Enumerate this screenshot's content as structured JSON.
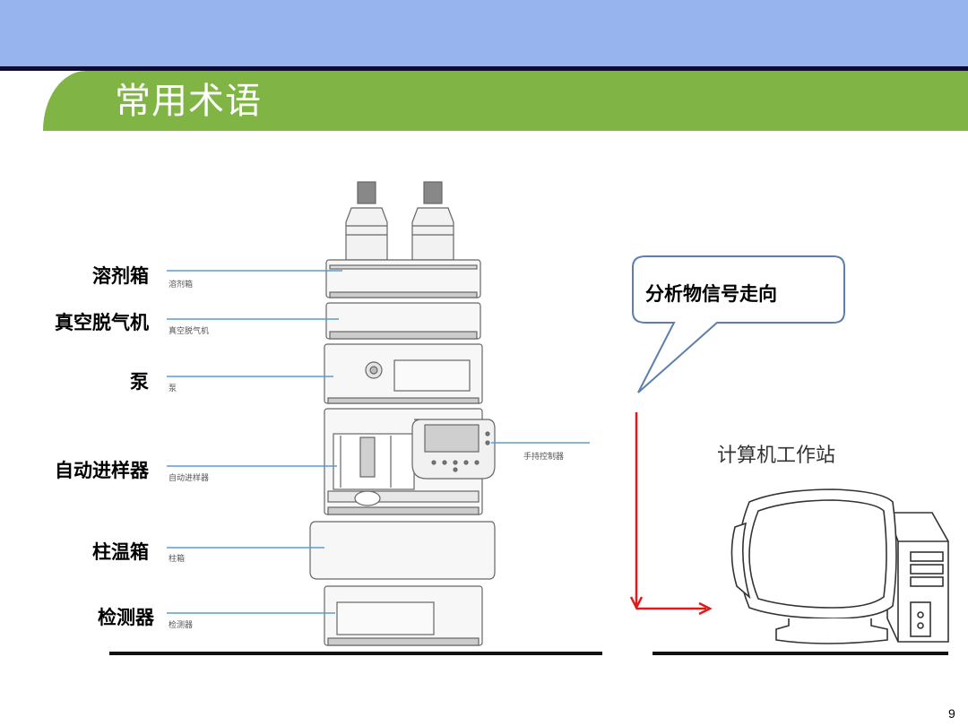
{
  "header": {
    "title": "常用术语"
  },
  "instrument_labels": [
    {
      "label": "溶剂箱",
      "small": "溶剂箱"
    },
    {
      "label": "真空脱气机",
      "small": "真空脱气机"
    },
    {
      "label": "泵",
      "small": "泵"
    },
    {
      "label": "自动进样器",
      "small": "自动进样器"
    },
    {
      "label": "柱温箱",
      "small": "柱箱"
    },
    {
      "label": "检测器",
      "small": "检测器"
    }
  ],
  "handheld_label": "手持控制器",
  "callout": {
    "text": "分析物信号走向"
  },
  "workstation": {
    "caption": "计算机工作站"
  },
  "page_number": "9",
  "colors": {
    "header_bar": "#98b4ef",
    "title_bar": "#80b545",
    "arrow": "#e0191a",
    "callout_border": "#5a7fb0",
    "leader_line": "#5b9bd5"
  }
}
